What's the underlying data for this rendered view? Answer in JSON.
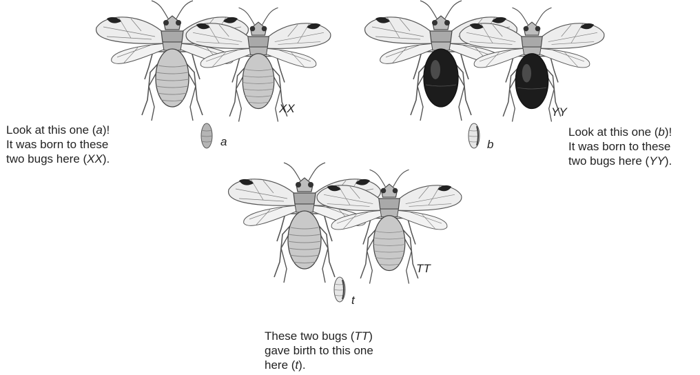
{
  "labels": {
    "pair_x": "XX",
    "pair_y": "YY",
    "pair_t": "TT",
    "egg_a": "a",
    "egg_b": "b",
    "egg_t": "t"
  },
  "captions": {
    "left": [
      {
        "pre": "Look at this one (",
        "it": "a",
        "post": ")!"
      },
      {
        "pre": "It was born to these",
        "it": "",
        "post": ""
      },
      {
        "pre": "two bugs here (",
        "it": "XX",
        "post": ")."
      }
    ],
    "right": [
      {
        "pre": "Look at this one (",
        "it": "b",
        "post": ")!"
      },
      {
        "pre": "It was born to these",
        "it": "",
        "post": ""
      },
      {
        "pre": "two bugs here (",
        "it": "YY",
        "post": ")."
      }
    ],
    "bottom": [
      {
        "pre": "These two bugs (",
        "it": "TT",
        "post": ")"
      },
      {
        "pre": "gave birth to this one",
        "it": "",
        "post": ""
      },
      {
        "pre": "here (",
        "it": "t",
        "post": ")."
      }
    ]
  },
  "colors": {
    "light_abdomen": "#c9c9c9",
    "dark_abdomen": "#1c1c1c",
    "wing_fill": "#ececec",
    "outline": "#444444"
  }
}
